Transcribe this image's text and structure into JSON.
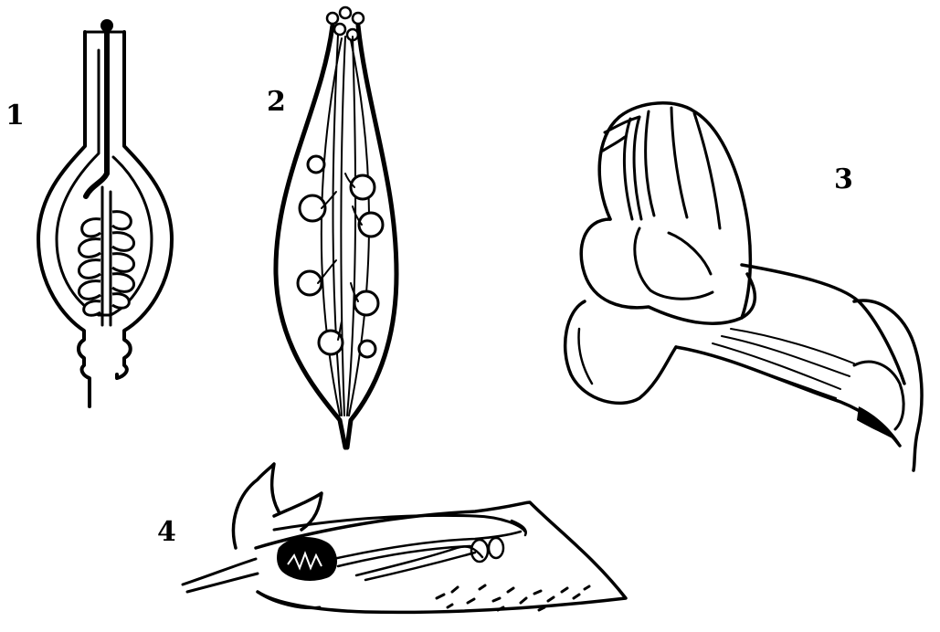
{
  "labels": {
    "fig1": "1",
    "fig2": "2",
    "fig3": "3",
    "fig4": "4"
  },
  "colors": {
    "ink": "#000000",
    "paper": "#ffffff"
  }
}
